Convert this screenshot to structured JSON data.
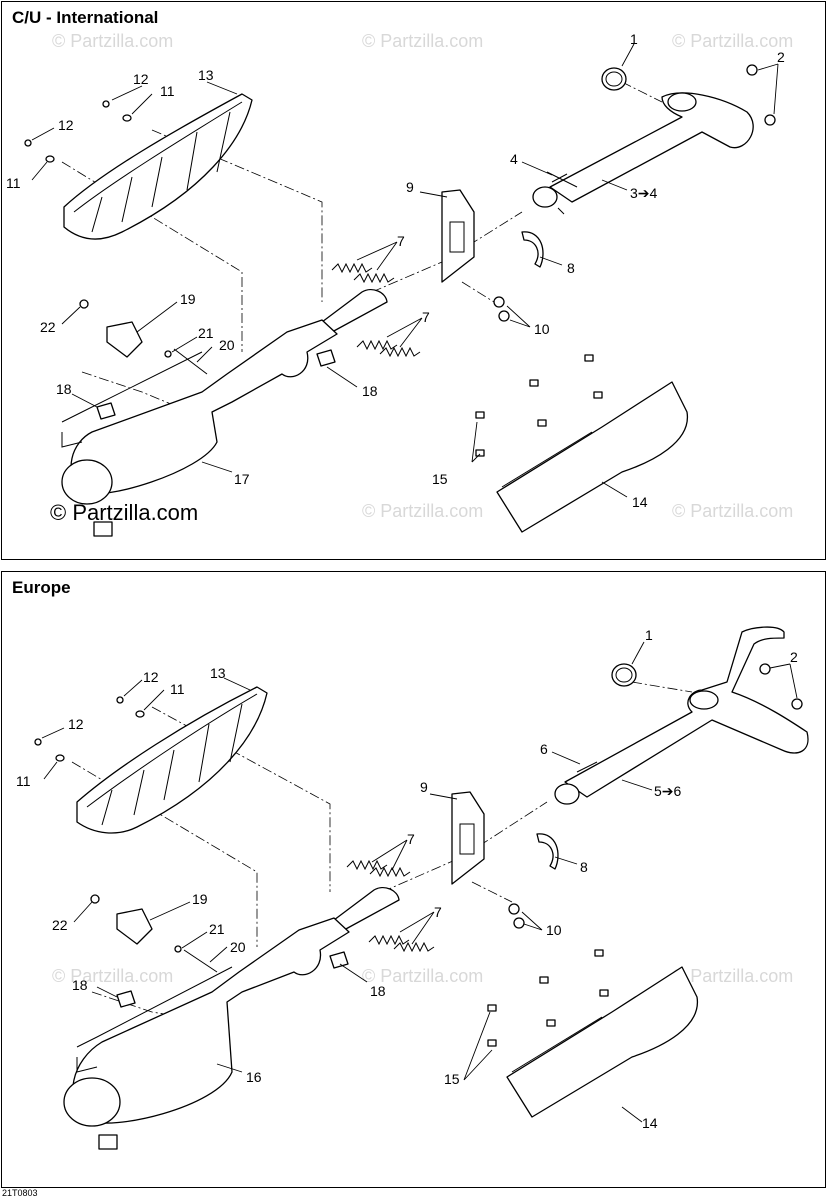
{
  "sections": [
    {
      "title": "C/U - International",
      "labels": [
        "1",
        "2",
        "3➔4",
        "4",
        "7",
        "7",
        "8",
        "9",
        "10",
        "11",
        "11",
        "12",
        "12",
        "13",
        "14",
        "15",
        "17",
        "18",
        "18",
        "19",
        "20",
        "21",
        "22"
      ]
    },
    {
      "title": "Europe",
      "labels": [
        "1",
        "2",
        "5➔6",
        "6",
        "7",
        "7",
        "8",
        "9",
        "10",
        "11",
        "11",
        "12",
        "12",
        "13",
        "14",
        "15",
        "16",
        "18",
        "18",
        "19",
        "20",
        "21",
        "22"
      ]
    }
  ],
  "watermark": "© Partzilla.com",
  "copyright": "© Partzilla.com",
  "drawing_code": "21T0803"
}
